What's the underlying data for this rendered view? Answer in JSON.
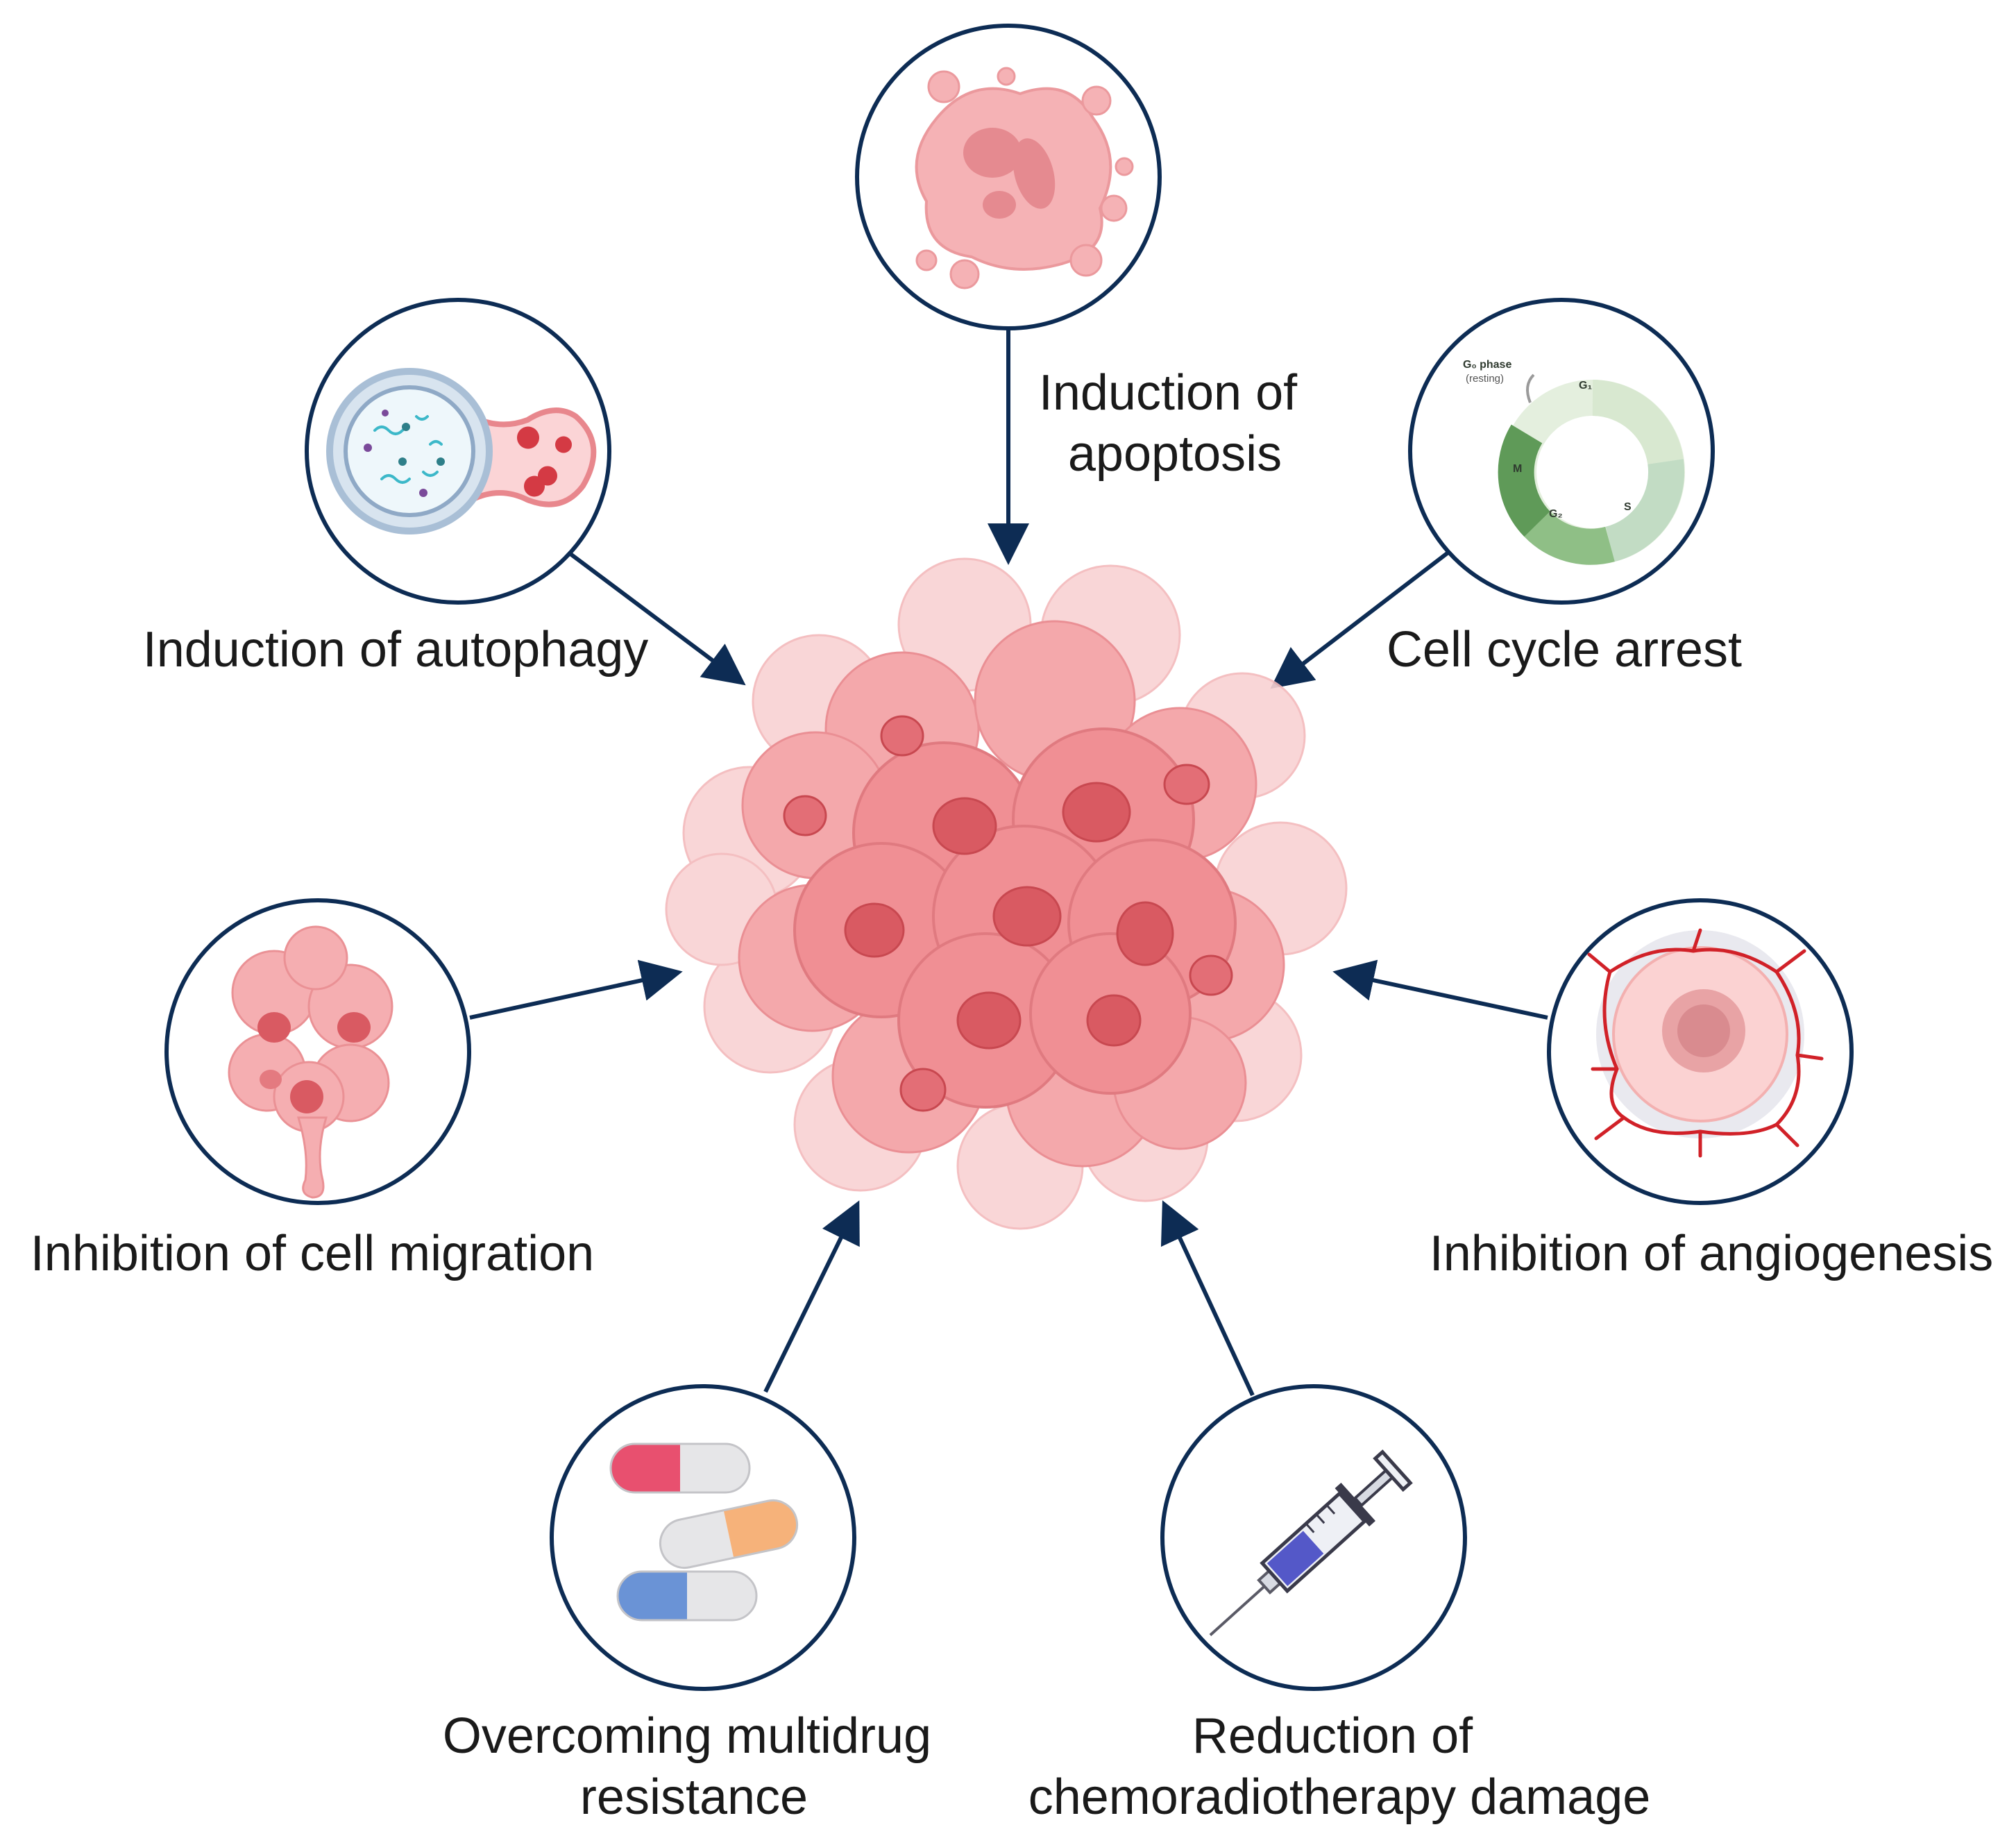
{
  "diagram": {
    "center": "tumor-cell-cluster",
    "colors": {
      "circle_stroke": "#0d2c54",
      "arrow": "#0d2c54",
      "cell_fill": "#f08f94",
      "nucleus": "#d95a62",
      "pale_cell": "#f7c3c5"
    },
    "effects": {
      "apoptosis": {
        "line1": "Induction of",
        "line2": "apoptosis",
        "icon": "apoptotic-cell-icon"
      },
      "autophagy": {
        "line1": "Induction of autophagy",
        "icon": "autophagosome-lysosome-icon"
      },
      "cell_cycle": {
        "line1": "Cell cycle arrest",
        "icon": "cell-cycle-icon",
        "g0_label": "G₀ phase",
        "g0_sub": "(resting)",
        "phases": [
          "G₁",
          "S",
          "G₂",
          "M"
        ]
      },
      "migration": {
        "line1": "Inhibition of cell migration",
        "icon": "migrating-cells-icon"
      },
      "angiogenesis": {
        "line1": "Inhibition of angiogenesis",
        "icon": "vascularized-tumor-icon"
      },
      "multidrug": {
        "line1": "Overcoming multidrug",
        "line2": "resistance",
        "icon": "capsules-icon"
      },
      "chemo": {
        "line1": "Reduction of",
        "line2": "chemoradiotherapy damage",
        "icon": "syringe-icon"
      }
    }
  }
}
